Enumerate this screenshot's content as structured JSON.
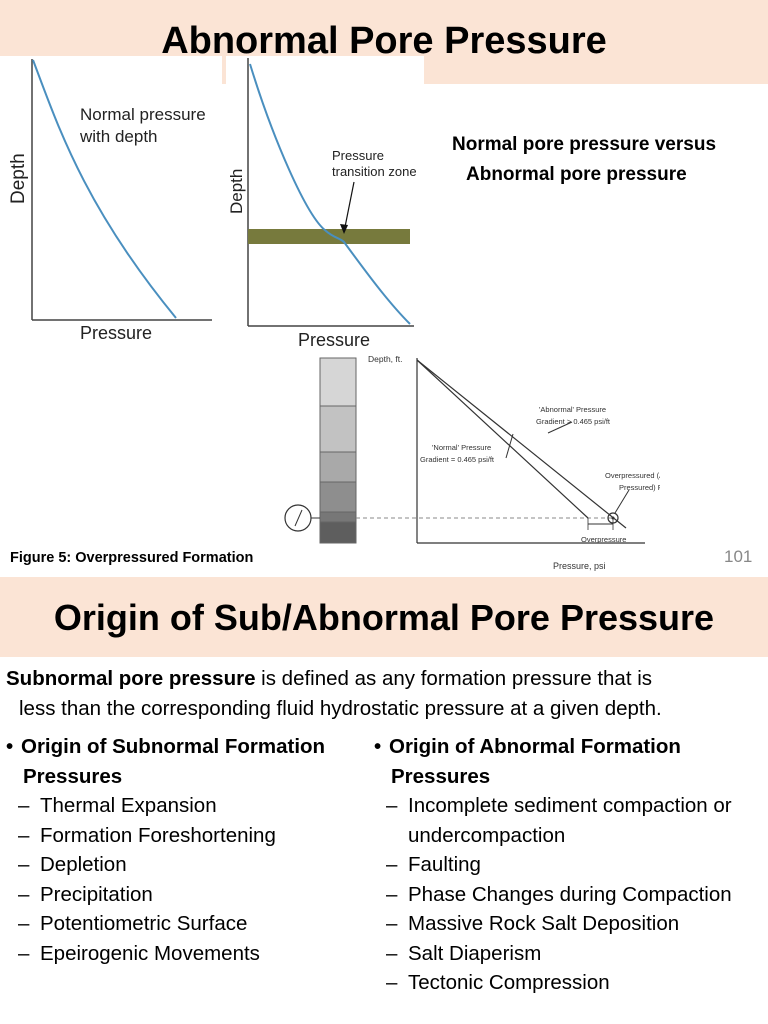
{
  "slide1": {
    "title": "Abnormal Pore Pressure",
    "figure_a": {
      "annotation_l1": "Normal pressure",
      "annotation_l2": "with depth",
      "y_label": "Depth",
      "x_label": "Pressure"
    },
    "figure_b": {
      "annotation_l1": "Pressure",
      "annotation_l2": "transition zone",
      "y_label": "Depth",
      "x_label": "Pressure"
    },
    "caption": {
      "line1": "Normal pore pressure versus",
      "line2": "Abnormal pore pressure"
    },
    "figure_c": {
      "y_label": "Depth, ft.",
      "x_label": "Pressure, psi",
      "abnormal_label_l1": "'Abnormal' Pressure",
      "abnormal_label_l2": "Gradient > 0.465 psi/ft",
      "normal_label_l1": "'Normal' Pressure",
      "normal_label_l2": "Gradient = 0.465 psi/ft",
      "formation_label_l1": "Overpressured (Abnormally",
      "formation_label_l2": "Pressured) Formation",
      "overpressure_label": "Overpressure"
    },
    "figure_caption": "Figure 5: Overpressured Formation",
    "page_number": "101"
  },
  "slide2": {
    "title": "Origin of Sub/Abnormal Pore Pressure",
    "definition_term": "Subnormal pore pressure",
    "definition_rest_l1": " is defined as any formation pressure that is",
    "definition_l2": "less than the corresponding fluid hydrostatic pressure at a given depth.",
    "left_heading_l1": "Origin of Subnormal Formation",
    "left_heading_l2": "Pressures",
    "left_items": [
      "Thermal Expansion",
      "Formation Foreshortening",
      "Depletion",
      "Precipitation",
      "Potentiometric Surface",
      "Epeirogenic Movements"
    ],
    "right_heading_l1": "Origin of Abnormal Formation",
    "right_heading_l2": "Pressures",
    "right_items": [
      "Incomplete sediment compaction or undercompaction",
      "Faulting",
      "Phase Changes during Compaction",
      "Massive Rock Salt Deposition",
      "Salt Diaperism",
      "Tectonic Compression"
    ]
  },
  "colors": {
    "title_band": "#fbe4d5",
    "curve": "#4a8fbf",
    "transition_zone": "#777a3d"
  }
}
